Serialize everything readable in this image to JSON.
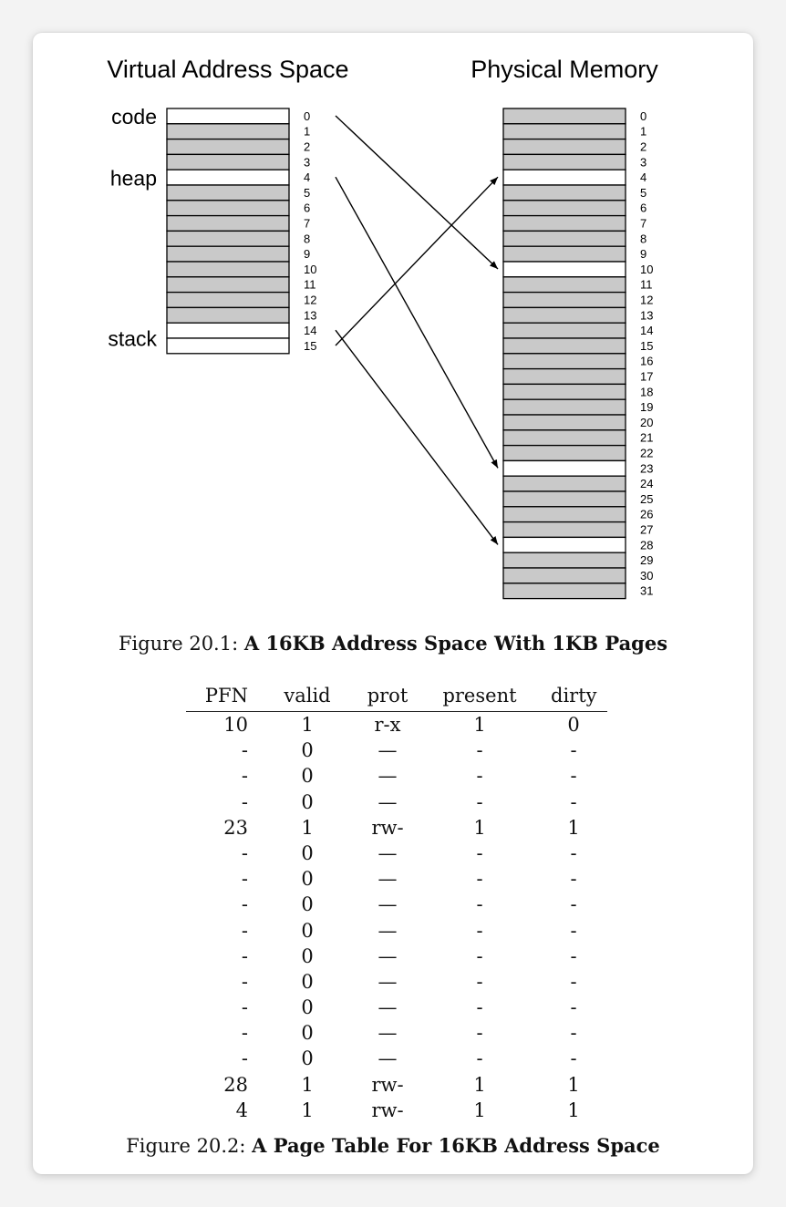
{
  "diagram": {
    "virtual_title": "Virtual Address Space",
    "physical_title": "Physical Memory",
    "virtual_pages": 16,
    "physical_pages": 32,
    "virtual_labels": [
      {
        "page": 0,
        "text": "code"
      },
      {
        "page": 4,
        "text": "heap"
      },
      {
        "page": 14.5,
        "text": "stack"
      }
    ],
    "virtual_used": [
      0,
      4,
      14,
      15
    ],
    "physical_used": [
      4,
      10,
      23,
      28
    ],
    "mappings": [
      {
        "from": 0,
        "to": 10
      },
      {
        "from": 4,
        "to": 23
      },
      {
        "from": 14,
        "to": 28
      },
      {
        "from": 15,
        "to": 4
      }
    ],
    "used_color": "#ffffff",
    "free_color": "#c9c9c9"
  },
  "figure1": {
    "label": "Figure 20.1: ",
    "title": "A 16KB Address Space With 1KB Pages"
  },
  "page_table": {
    "headers": [
      "PFN",
      "valid",
      "prot",
      "present",
      "dirty"
    ],
    "rows": [
      [
        "10",
        "1",
        "r-x",
        "1",
        "0"
      ],
      [
        "-",
        "0",
        "—",
        "-",
        "-"
      ],
      [
        "-",
        "0",
        "—",
        "-",
        "-"
      ],
      [
        "-",
        "0",
        "—",
        "-",
        "-"
      ],
      [
        "23",
        "1",
        "rw-",
        "1",
        "1"
      ],
      [
        "-",
        "0",
        "—",
        "-",
        "-"
      ],
      [
        "-",
        "0",
        "—",
        "-",
        "-"
      ],
      [
        "-",
        "0",
        "—",
        "-",
        "-"
      ],
      [
        "-",
        "0",
        "—",
        "-",
        "-"
      ],
      [
        "-",
        "0",
        "—",
        "-",
        "-"
      ],
      [
        "-",
        "0",
        "—",
        "-",
        "-"
      ],
      [
        "-",
        "0",
        "—",
        "-",
        "-"
      ],
      [
        "-",
        "0",
        "—",
        "-",
        "-"
      ],
      [
        "-",
        "0",
        "—",
        "-",
        "-"
      ],
      [
        "28",
        "1",
        "rw-",
        "1",
        "1"
      ],
      [
        "4",
        "1",
        "rw-",
        "1",
        "1"
      ]
    ]
  },
  "figure2": {
    "label": "Figure 20.2: ",
    "title": "A Page Table For 16KB Address Space"
  }
}
